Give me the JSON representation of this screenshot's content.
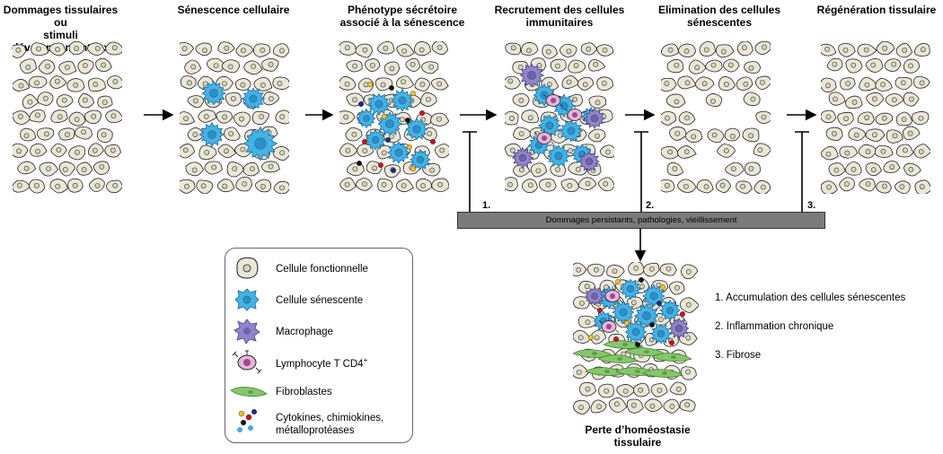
{
  "stages": [
    {
      "title": "Dommages tissulaires ou\nstimuli développementaux"
    },
    {
      "title": "Sénescence cellulaire"
    },
    {
      "title": "Phénotype sécrétoire\nassocié à la sénescence"
    },
    {
      "title": "Recrutement des cellules\nimmunitaires"
    },
    {
      "title": "Elimination des cellules\nsénescentes"
    },
    {
      "title": "Régénération tissulaire"
    }
  ],
  "pathology_bar": {
    "label": "Dommages persistants, pathologies, vieillissement"
  },
  "branch_numbers": [
    "1.",
    "2.",
    "3."
  ],
  "legend": {
    "items": [
      {
        "label": "Cellule fonctionnelle",
        "icon": "functional-cell-icon"
      },
      {
        "label": "Cellule sénescente",
        "icon": "senescent-cell-icon"
      },
      {
        "label": "Macrophage",
        "icon": "macrophage-icon"
      },
      {
        "label": "Lymphocyte T CD4+",
        "icon": "lymphocyte-icon"
      },
      {
        "label": "Fibroblastes",
        "icon": "fibroblast-icon"
      },
      {
        "label": "Cytokines, chimiokines,\nmétalloprotéases",
        "icon": "cytokines-icon"
      }
    ]
  },
  "outcomes": [
    "1. Accumulation des cellules sénescentes",
    "2. Inflammation chronique",
    "3. Fibrose"
  ],
  "final": {
    "title": "Perte d’homéostasie\ntissulaire"
  },
  "colors": {
    "cell_fill": "#ebe7d8",
    "nucleus": "#d9d4be",
    "senescent": "#45b2e6",
    "macrophage": "#8f86c8",
    "lymphocyte": "#e7b3dc",
    "fibroblast": "#86c66e",
    "dots": [
      "#f0c020",
      "#cc1020",
      "#111111",
      "#182a88",
      "#4aa8e8"
    ]
  }
}
